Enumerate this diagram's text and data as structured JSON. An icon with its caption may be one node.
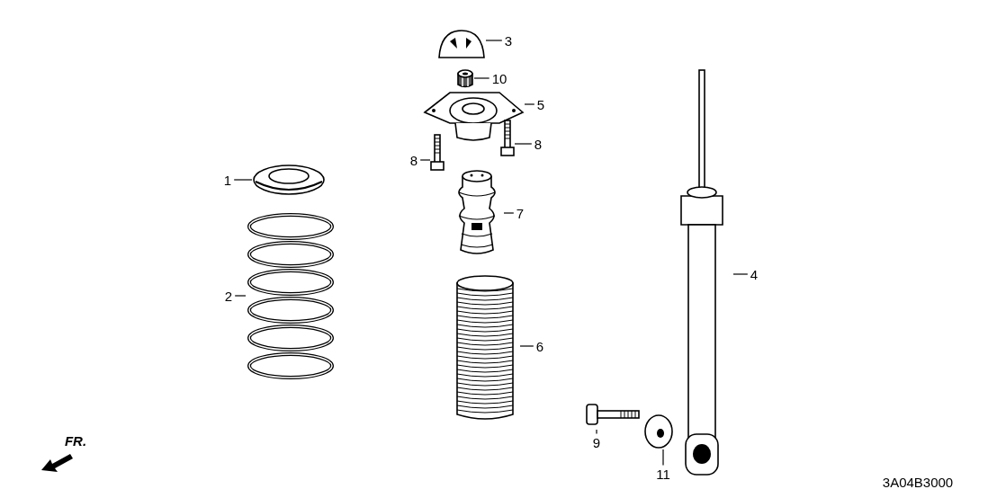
{
  "diagram": {
    "nodes": [
      {
        "text": [
          "3"
        ]
      },
      {
        "text": [],
        "shape": "picture"
      },
      {
        "text": [
          "10"
        ]
      },
      {
        "text": [],
        "shape": "picture"
      },
      {
        "text": [
          "5"
        ]
      },
      {
        "text": [],
        "shape": "picture"
      },
      {
        "text": [
          "8"
        ]
      },
      {
        "text": [],
        "shape": "picture"
      },
      {
        "text": [
          "8"
        ]
      },
      {
        "text": [],
        "shape": "picture"
      },
      {
        "text": [
          "1"
        ]
      },
      {
        "text": [],
        "shape": "picture"
      },
      {
        "text": [
          "7"
        ]
      },
      {
        "text": [],
        "shape": "picture"
      },
      {
        "text": [
          "2"
        ]
      },
      {
        "text": [],
        "shape": "picture"
      },
      {
        "text": [
          "6"
        ]
      },
      {
        "text": [],
        "shape": "picture"
      },
      {
        "text": [
          "4"
        ]
      },
      {
        "text": [],
        "shape": "picture"
      },
      {
        "text": [
          "9"
        ]
      },
      {
        "text": [],
        "shape": "picture"
      },
      {
        "text": [
          "11"
        ]
      },
      {
        "text": [],
        "shape": "picture"
      }
    ],
    "edges": [
      {
        "from": 0,
        "to": 1,
        "arrow": "none"
      },
      {
        "from": 2,
        "to": 3,
        "arrow": "none"
      },
      {
        "from": 4,
        "to": 5,
        "arrow": "none"
      },
      {
        "from": 6,
        "to": 7,
        "arrow": "none"
      },
      {
        "from": 8,
        "to": 9,
        "arrow": "none"
      },
      {
        "from": 10,
        "to": 11,
        "arrow": "none"
      },
      {
        "from": 12,
        "to": 13,
        "arrow": "none"
      },
      {
        "from": 14,
        "to": 15,
        "arrow": "none"
      },
      {
        "from": 16,
        "to": 17,
        "arrow": "none"
      },
      {
        "from": 18,
        "to": 19,
        "arrow": "none"
      },
      {
        "from": 20,
        "to": 21,
        "arrow": "none"
      },
      {
        "from": 22,
        "to": 23,
        "arrow": "none"
      }
    ],
    "labels": [
      "FR.",
      "3A04B3000"
    ]
  }
}
